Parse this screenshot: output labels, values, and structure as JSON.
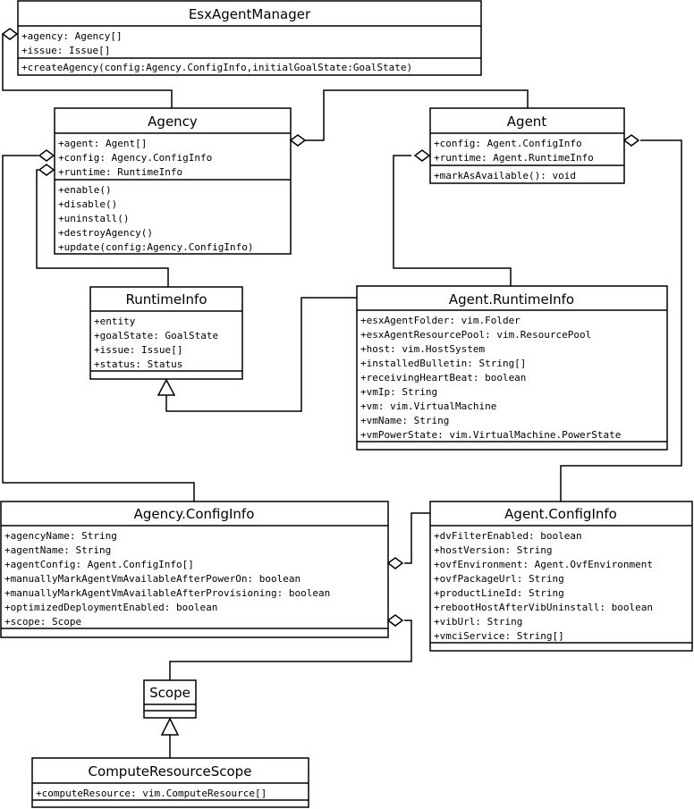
{
  "classes": [
    {
      "id": "esx",
      "name": "EsxAgentManager",
      "attributes": [
        "+agency: Agency[]",
        "+issue: Issue[]"
      ],
      "operations": [
        "+createAgency(config:Agency.ConfigInfo,initialGoalState:GoalState)"
      ]
    },
    {
      "id": "agency",
      "name": "Agency",
      "attributes": [
        "+agent: Agent[]",
        "+config: Agency.ConfigInfo",
        "+runtime: RuntimeInfo"
      ],
      "operations": [
        "+enable()",
        "+disable()",
        "+uninstall()",
        "+destroyAgency()",
        "+update(config:Agency.ConfigInfo)"
      ]
    },
    {
      "id": "agent",
      "name": "Agent",
      "attributes": [
        "+config: Agent.ConfigInfo",
        "+runtime: Agent.RuntimeInfo"
      ],
      "operations": [
        "+markAsAvailable(): void"
      ]
    },
    {
      "id": "runtimeinfo",
      "name": "RuntimeInfo",
      "attributes": [
        "+entity",
        "+goalState: GoalState",
        "+issue: Issue[]",
        "+status: Status"
      ],
      "operations": []
    },
    {
      "id": "agentruntime",
      "name": "Agent.RuntimeInfo",
      "attributes": [
        "+esxAgentFolder: vim.Folder",
        "+esxAgentResourcePool: vim.ResourcePool",
        "+host: vim.HostSystem",
        "+installedBulletin: String[]",
        "+receivingHeartBeat: boolean",
        "+vmIp: String",
        "+vm: vim.VirtualMachine",
        "+vmName: String",
        "+vmPowerState: vim.VirtualMachine.PowerState"
      ],
      "operations": []
    },
    {
      "id": "agencyconfig",
      "name": "Agency.ConfigInfo",
      "attributes": [
        "+agencyName: String",
        "+agentName: String",
        "+agentConfig: Agent.ConfigInfo[]",
        "+manuallyMarkAgentVmAvailableAfterPowerOn: boolean",
        "+manuallyMarkAgentVmAvailableAfterProvisioning: boolean",
        "+optimizedDeploymentEnabled: boolean",
        "+scope: Scope"
      ],
      "operations": []
    },
    {
      "id": "agentconfig",
      "name": "Agent.ConfigInfo",
      "attributes": [
        "+dvFilterEnabled: boolean",
        "+hostVersion: String",
        "+ovfEnvironment: Agent.OvfEnvironment",
        "+ovfPackageUrl: String",
        "+productLineId: String",
        "+rebootHostAfterVibUninstall: boolean",
        "+vibUrl: String",
        "+vmciService: String[]"
      ],
      "operations": []
    },
    {
      "id": "scope",
      "name": "Scope",
      "attributes": [],
      "operations": []
    },
    {
      "id": "computescope",
      "name": "ComputeResourceScope",
      "attributes": [
        "+computeResource: vim.ComputeResource[]"
      ],
      "operations": []
    }
  ]
}
